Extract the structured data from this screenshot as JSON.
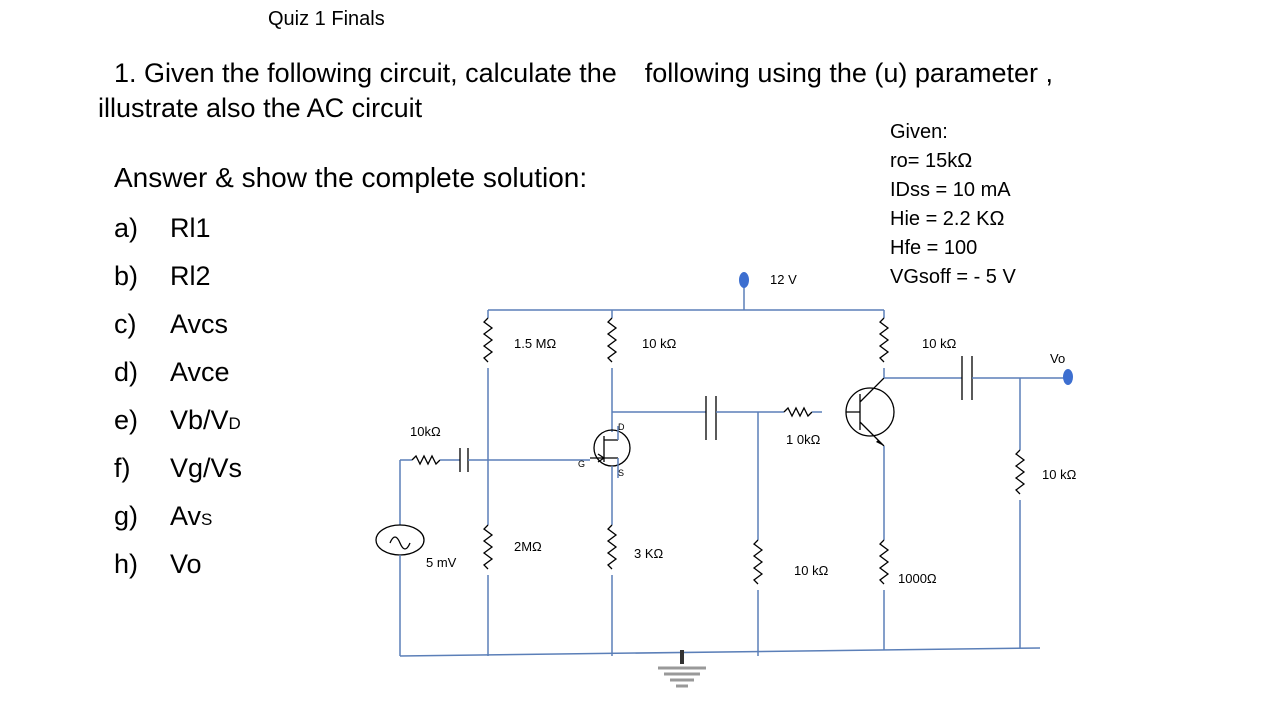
{
  "quiz_title": "Quiz 1 Finals",
  "question": {
    "line1_a": "1. Given the following circuit, calculate the",
    "line1_b": "following using the (u) parameter ,",
    "line2": "illustrate also the AC circuit"
  },
  "answer_heading": "Answer & show the complete solution:",
  "answers": [
    {
      "label": "a)",
      "text": "Rl1",
      "sub": ""
    },
    {
      "label": "b)",
      "text": "Rl2",
      "sub": ""
    },
    {
      "label": "c)",
      "text": "Avcs",
      "sub": ""
    },
    {
      "label": "d)",
      "text": "Avce",
      "sub": ""
    },
    {
      "label": "e)",
      "text": "Vb/V",
      "sub": "D"
    },
    {
      "label": "f)",
      "text": "Vg/Vs",
      "sub": ""
    },
    {
      "label": "g)",
      "text": "Av",
      "sub": "S"
    },
    {
      "label": "h)",
      "text": "Vo",
      "sub": ""
    }
  ],
  "given": {
    "heading": "Given:",
    "items": [
      "ro= 15kΩ",
      "IDss  = 10 mA",
      "Hie = 2.2 KΩ",
      "Hfe = 100",
      "VGsoff = - 5 V"
    ]
  },
  "circuit": {
    "supply": "12 V",
    "r_15M": "1.5 MΩ",
    "r_drain": "10 kΩ",
    "r_source_in": "10kΩ",
    "source_v": "5 mV",
    "r_2M": "2MΩ",
    "r_source": "3 KΩ",
    "r_base": "1 0kΩ",
    "r_10k_mid": "10 kΩ",
    "r_collector": "10 kΩ",
    "r_emitter": "1000Ω",
    "r_load": "10 kΩ",
    "vo": "Vo",
    "pin_d": "D",
    "pin_g": "G",
    "pin_s": "S"
  },
  "colors": {
    "wire": "#5b7fb8",
    "terminal": "#3d6fd0"
  }
}
